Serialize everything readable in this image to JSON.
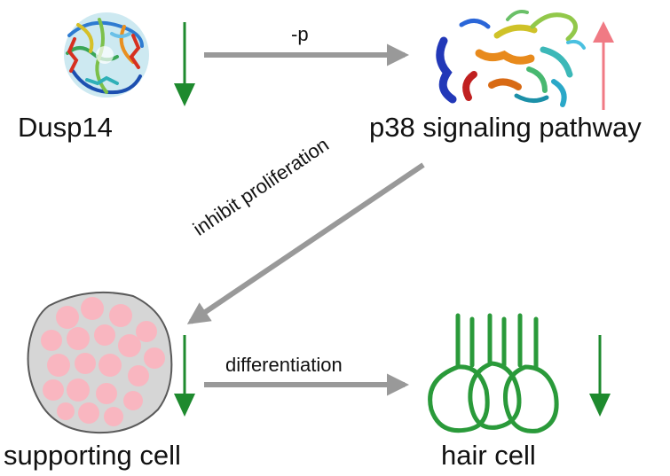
{
  "nodes": {
    "dusp14": "Dusp14",
    "p38": "p38 signaling pathway",
    "supporting_cell": "supporting cell",
    "hair_cell": "hair cell"
  },
  "edges": {
    "dephosphorylation": "-p",
    "inhibit": "inhibit proliferation",
    "differentiation": "differentiation"
  },
  "regulation": {
    "dusp14": "down",
    "p38": "up",
    "supporting_cell": "down",
    "hair_cell": "down"
  },
  "colors": {
    "down_arrow": "#1e8a2e",
    "up_arrow": "#f07a84",
    "connector": "#999999",
    "cell_fill": "#f9b6c0",
    "cell_cluster": "#d0d0d0",
    "hair_cell_stroke": "#2a9a3a"
  },
  "icons": {
    "dusp14": "protein-structure-icon",
    "p38": "protein-structure-icon",
    "supporting_cell": "cell-cluster-icon",
    "hair_cell": "hair-cell-icon"
  }
}
